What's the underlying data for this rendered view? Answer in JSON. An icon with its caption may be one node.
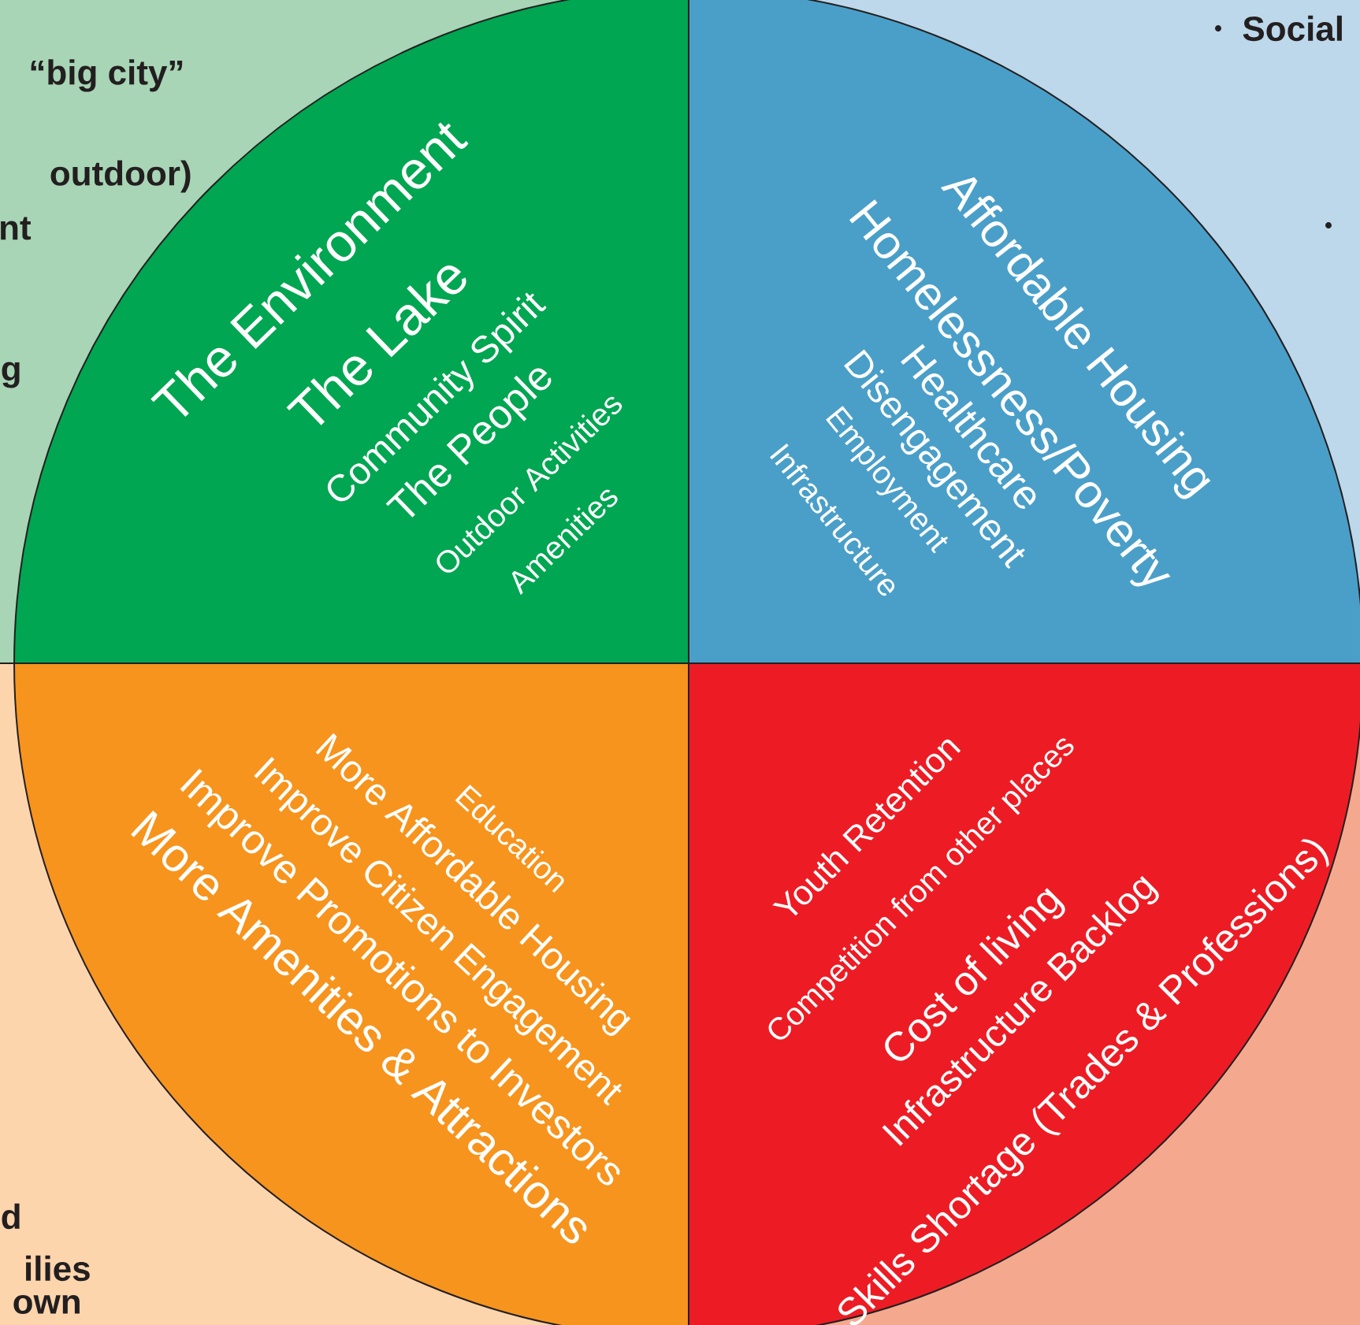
{
  "diagram": {
    "nodes": [
      {
        "text": [
          "The Environment",
          "The Lake",
          "Community Spirit",
          "The People",
          "Outdoor Activities",
          "Amenities"
        ]
      },
      {
        "text": [
          "Affordable Housing",
          "Homelessness/Poverty",
          "Healthcare",
          "Disengagement",
          "Employment",
          "Infrastructure"
        ]
      },
      {
        "text": [
          "Education",
          "More Affordable Housing",
          "Improve Citizen Engagement",
          "Improve Promotions to Investors",
          "More Amenities & Attractions"
        ]
      },
      {
        "text": [
          "Youth Retention",
          "Competition from other places",
          "Cost of living",
          "Infrastructure Backlog",
          "Skills Shortage (Trades & Professions)"
        ]
      }
    ],
    "labels": [
      "“big city”",
      "outdoor)",
      "nt",
      "g",
      "Social",
      "d",
      "ilies",
      "own"
    ]
  }
}
